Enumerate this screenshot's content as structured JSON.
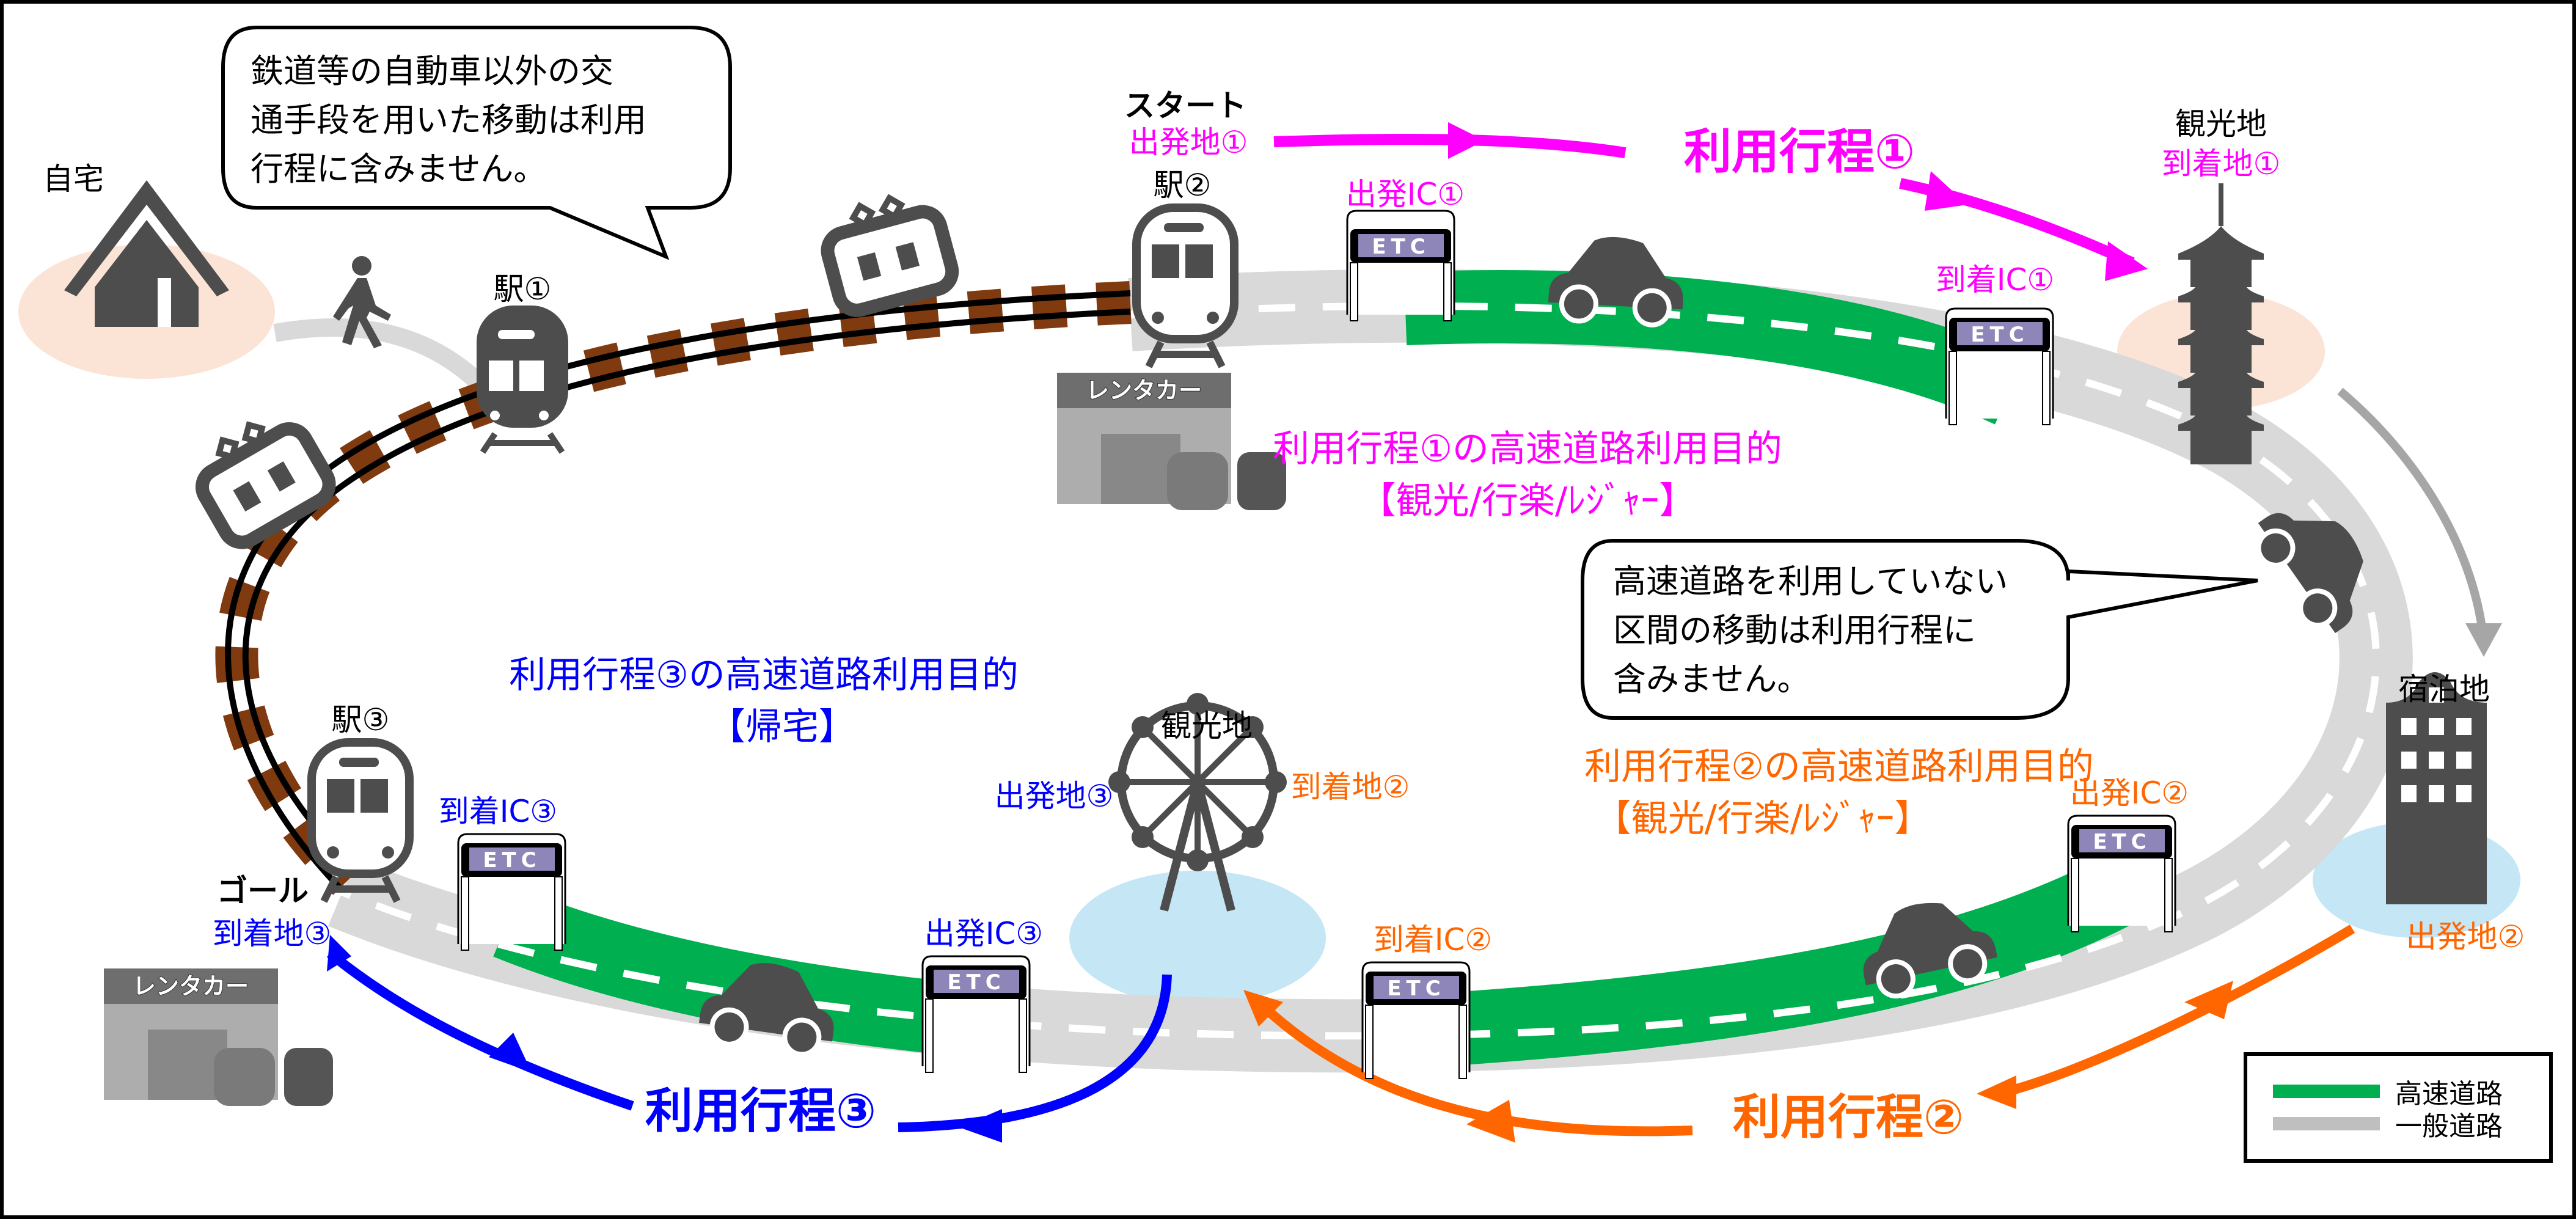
{
  "colors": {
    "trip1": "#FF00FF",
    "trip2": "#FF6600",
    "trip3": "#0000FF",
    "expressway": "#00B050",
    "general_road": "#D9D9D9",
    "icon": "#4D4D4D",
    "rail_tie": "#7F3A10",
    "etc_panel": "#8E85B8",
    "home_circle": "#FBE3D6",
    "water_circle": "#C5E6F5",
    "gray_arrow": "#A6A6A6"
  },
  "bubbles": {
    "top_left": {
      "lines": [
        "鉄道等の自動車以外の交",
        "通手段を用いた移動は利用",
        "行程に含みません。"
      ]
    },
    "middle_right": {
      "lines": [
        "高速道路を利用していない",
        "区間の移動は利用行程に",
        "含みません。"
      ]
    }
  },
  "places": {
    "home": "自宅",
    "station1": "駅①",
    "station2": "駅②",
    "station3": "駅③",
    "start": "スタート",
    "goal": "ゴール",
    "sightseeing_top": "観光地",
    "sightseeing_bottom": "観光地",
    "lodging": "宿泊地",
    "rental_car": "レンタカー"
  },
  "trip1": {
    "title": "利用行程①",
    "origin": "出発地①",
    "destination": "到着地①",
    "entry_ic": "出発IC①",
    "exit_ic": "到着IC①",
    "purpose_line1": "利用行程①の高速道路利用目的",
    "purpose_line2": "【観光/行楽/ﾚｼﾞｬｰ】"
  },
  "trip2": {
    "title": "利用行程②",
    "origin": "出発地②",
    "destination": "到着地②",
    "entry_ic": "出発IC②",
    "exit_ic": "到着IC②",
    "purpose_line1": "利用行程②の高速道路利用目的",
    "purpose_line2": "【観光/行楽/ﾚｼﾞｬｰ】"
  },
  "trip3": {
    "title": "利用行程③",
    "origin": "出発地③",
    "destination": "到着地③",
    "entry_ic": "出発IC③",
    "exit_ic": "到着IC③",
    "purpose_line1": "利用行程③の高速道路利用目的",
    "purpose_line2": "【帰宅】"
  },
  "etc_label": "ETC",
  "legend": {
    "items": [
      {
        "label": "高速道路",
        "color": "#00B050"
      },
      {
        "label": "一般道路",
        "color": "#BFBFBF"
      }
    ]
  }
}
